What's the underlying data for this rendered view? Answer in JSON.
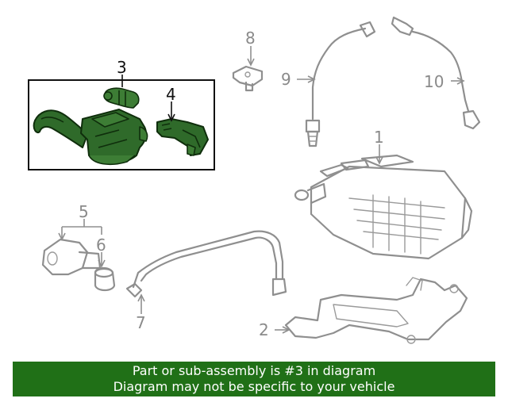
{
  "callouts": {
    "c1": "1",
    "c2": "2",
    "c3": "3",
    "c4": "4",
    "c5": "5",
    "c6": "6",
    "c7": "7",
    "c8": "8",
    "c9": "9",
    "c10": "10"
  },
  "highlight_part": "3",
  "colors": {
    "banner": "#207017",
    "highlight_fill": "#2f6a2a",
    "outline": "#8f8f8f"
  },
  "banner": {
    "line1": "Part or sub-assembly is #3 in diagram",
    "line2": "Diagram may not be specific to your vehicle"
  }
}
